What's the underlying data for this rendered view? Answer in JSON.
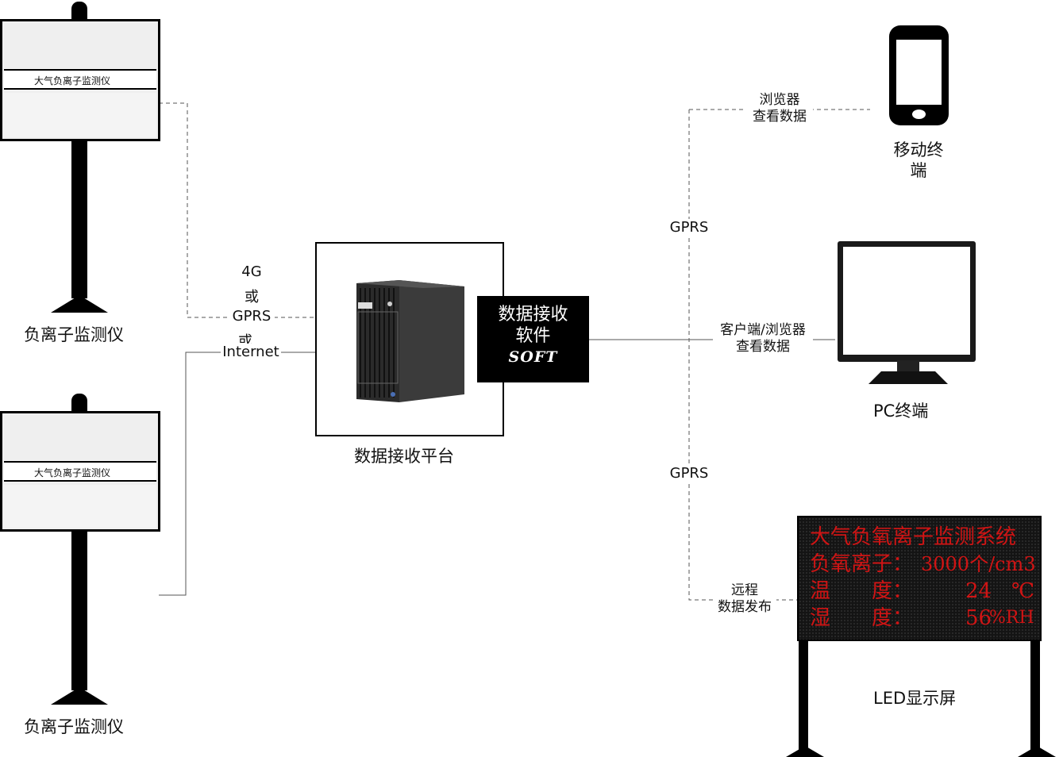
{
  "stations": [
    {
      "sign_label": "大气负离子监测仪",
      "caption": "负离子监测仪"
    },
    {
      "sign_label": "大气负离子监测仪",
      "caption": "负离子监测仪"
    }
  ],
  "left_link": {
    "line1": "4G",
    "line2": "或",
    "line3": "GPRS",
    "line4": "或",
    "line5": "Internet"
  },
  "platform": {
    "caption": "数据接收平台",
    "software_line1": "数据接收",
    "software_line2": "软件",
    "software_logo": "SOFT"
  },
  "right_links": {
    "gprs_top": "GPRS",
    "gprs_bottom": "GPRS",
    "mobile_line1": "浏览器",
    "mobile_line2": "查看数据",
    "pc_line1": "客户端/浏览器",
    "pc_line2": "查看数据",
    "led_line1": "远程",
    "led_line2": "数据发布"
  },
  "terminals": {
    "mobile_line1": "移动终",
    "mobile_line2": "端",
    "pc": "PC终端",
    "led": "LED显示屏"
  },
  "led_display": {
    "title": "大气负氧离子监测系统",
    "ion_label": "负氧离子：",
    "ion_value": "3000个/cm3",
    "temp_label": "温　　度：",
    "temp_value": "24",
    "temp_unit": "℃",
    "hum_label": "湿　　度：",
    "hum_value": "56",
    "hum_unit": "%RH"
  },
  "colors": {
    "led_text": "#d01414",
    "line": "#555555"
  }
}
